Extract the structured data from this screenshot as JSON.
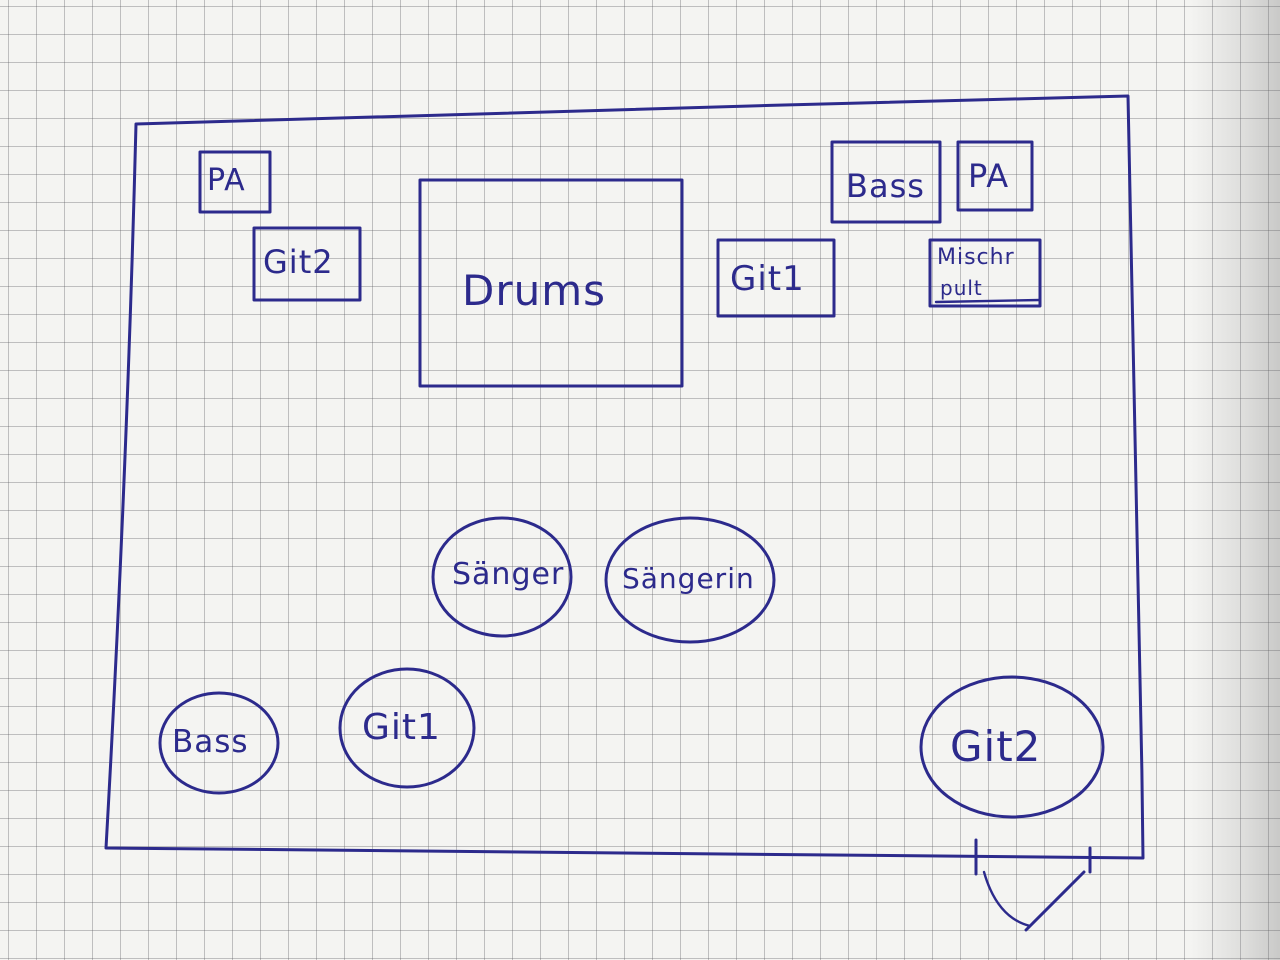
{
  "ink_color": "#2c2a8c",
  "paper_color": "#f4f4f2",
  "stage": {
    "amps": {
      "pa_left": "PA",
      "git2_amp": "Git2",
      "drums": "Drums",
      "git1_amp": "Git1",
      "bass_amp": "Bass",
      "pa_right": "PA",
      "mischpult_line1": "Mischr",
      "mischpult_line2": "pult"
    },
    "performers": {
      "saenger": "Sänger",
      "saengerin": "Sängerin",
      "bass": "Bass",
      "git1": "Git1",
      "git2": "Git2"
    }
  }
}
